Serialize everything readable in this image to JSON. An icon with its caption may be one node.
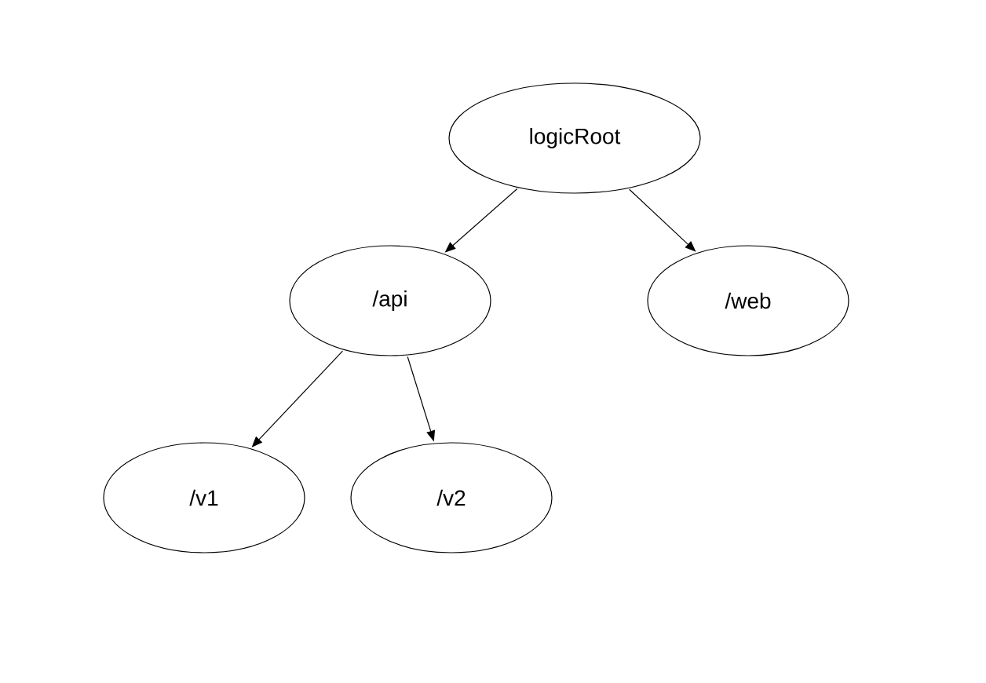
{
  "diagram": {
    "nodes": [
      {
        "text": [
          "logicRoot"
        ]
      },
      {
        "text": [
          "/api"
        ]
      },
      {
        "text": [
          "/web"
        ]
      },
      {
        "text": [
          "/v1"
        ]
      },
      {
        "text": [
          "/v2"
        ]
      }
    ],
    "edges": [
      {
        "from": 0,
        "to": 1,
        "arrow": "to"
      },
      {
        "from": 0,
        "to": 2,
        "arrow": "to"
      },
      {
        "from": 1,
        "to": 3,
        "arrow": "to"
      },
      {
        "from": 1,
        "to": 4,
        "arrow": "to"
      }
    ]
  }
}
